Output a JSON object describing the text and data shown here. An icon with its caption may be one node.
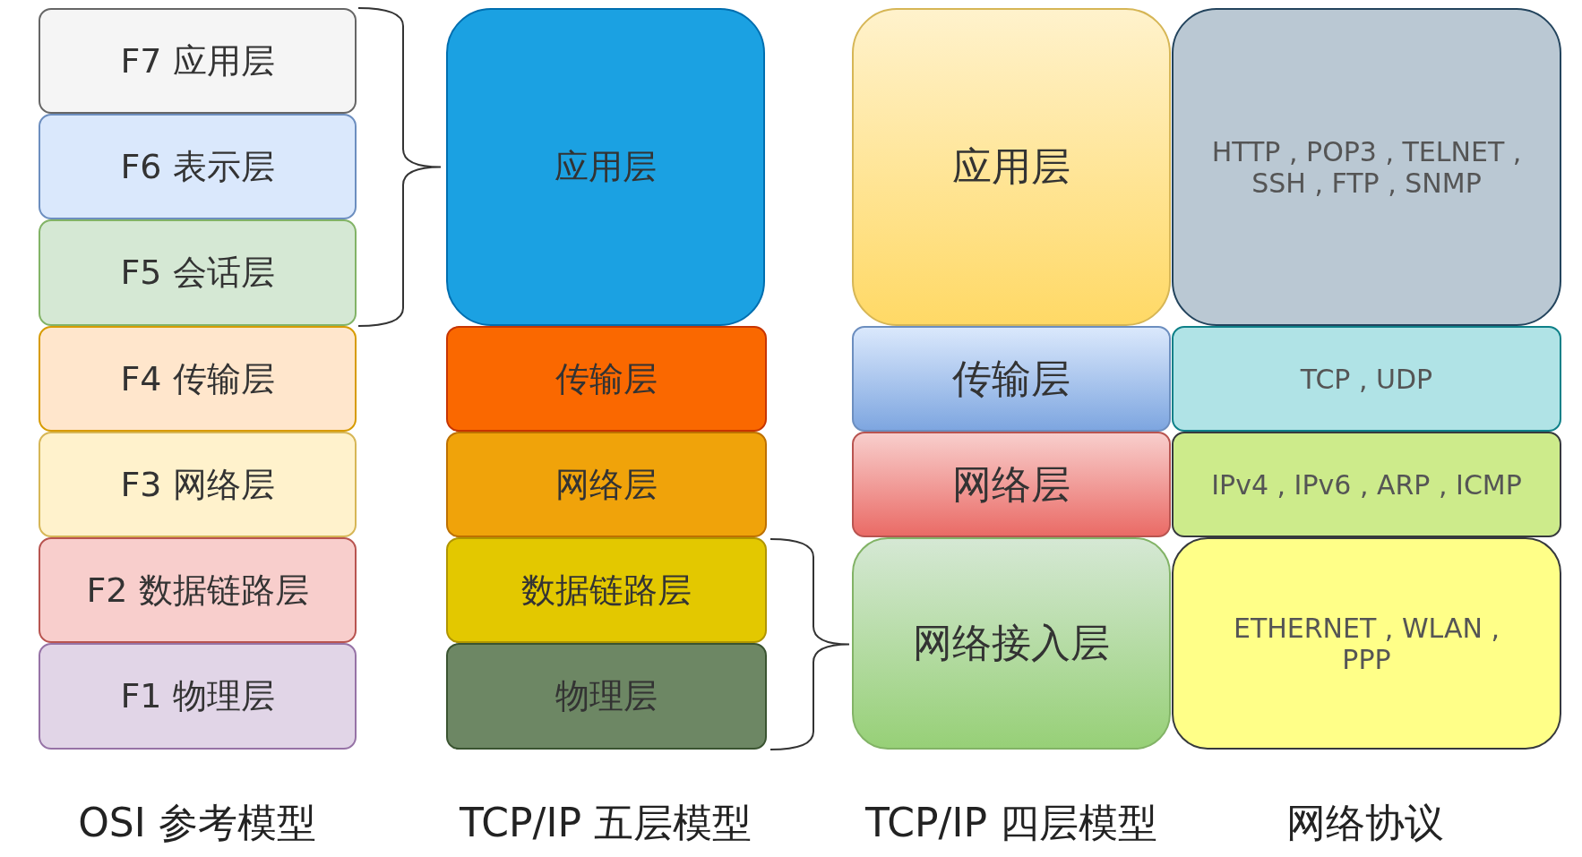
{
  "diagram": {
    "nodes": [
      {
        "text": [
          "F7 应用层"
        ]
      },
      {
        "text": [
          "F6 表示层"
        ]
      },
      {
        "text": [
          "F5 会话层"
        ]
      },
      {
        "text": [
          "F4 传输层"
        ]
      },
      {
        "text": [
          "F3 网络层"
        ]
      },
      {
        "text": [
          "F2 数据链路层"
        ]
      },
      {
        "text": [
          "F1 物理层"
        ]
      },
      {
        "text": [
          "应用层"
        ]
      },
      {
        "text": [
          "传输层"
        ]
      },
      {
        "text": [
          "网络层"
        ]
      },
      {
        "text": [
          "数据链路层"
        ]
      },
      {
        "text": [
          "物理层"
        ]
      },
      {
        "text": [
          "应用层"
        ]
      },
      {
        "text": [
          "传输层"
        ]
      },
      {
        "text": [
          "网络层"
        ]
      },
      {
        "text": [
          "网络接入层"
        ]
      },
      {
        "text": [
          "HTTP , POP3 , TELNET , SSH , FTP , SNMP"
        ]
      },
      {
        "text": [
          "TCP , UDP"
        ]
      },
      {
        "text": [
          "IPv4 , IPv6 , ARP , ICMP"
        ]
      },
      {
        "text": [
          "ETHERNET , WLAN , PPP"
        ]
      }
    ],
    "labels": [
      "OSI 参考模型",
      "TCP/IP 五层模型",
      "TCP/IP 四层模型",
      "网络协议"
    ]
  }
}
